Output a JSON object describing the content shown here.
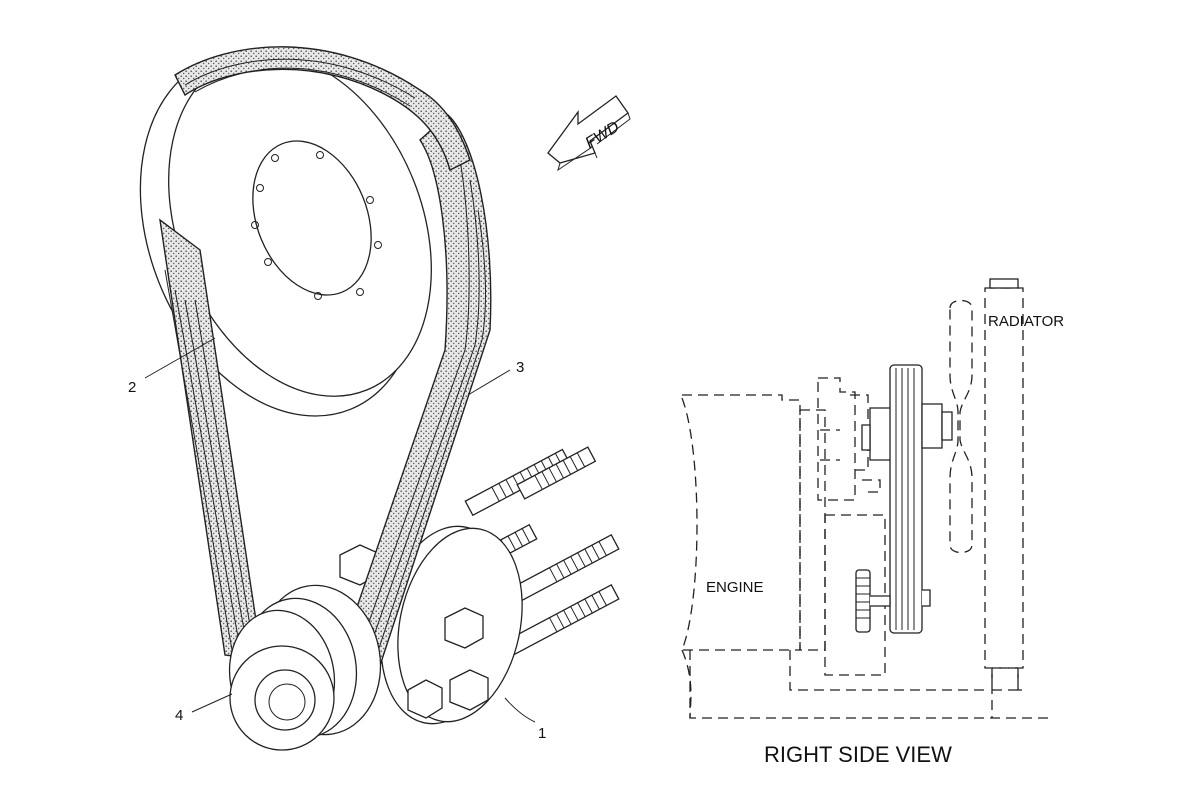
{
  "callouts": {
    "c1": "1",
    "c2": "2",
    "c3": "3",
    "c4": "4"
  },
  "direction_arrow": {
    "label": "FWD"
  },
  "side_view": {
    "title": "RIGHT SIDE VIEW",
    "engine_label": "ENGINE",
    "radiator_label": "RADIATOR"
  },
  "colors": {
    "ink": "#222222",
    "belt_stipple": "#555555",
    "background": "#ffffff"
  }
}
